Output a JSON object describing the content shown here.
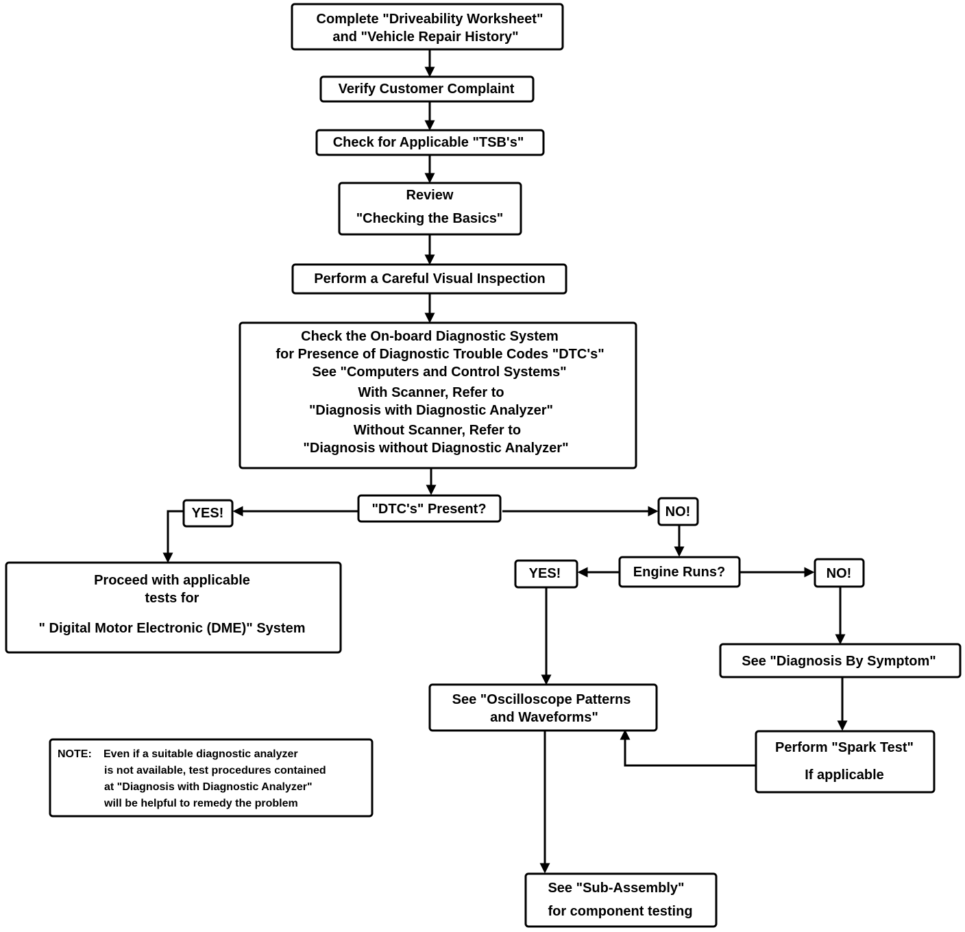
{
  "diagram": {
    "nodes": {
      "worksheet": {
        "lines": [
          "Complete \"Driveability Worksheet\"",
          "and \"Vehicle Repair History\""
        ]
      },
      "verify": {
        "lines": [
          "Verify Customer Complaint"
        ]
      },
      "tsb": {
        "lines": [
          "Check for Applicable \"TSB's\""
        ]
      },
      "review": {
        "lines": [
          "Review",
          "\"Checking the Basics\""
        ]
      },
      "inspect": {
        "lines": [
          "Perform a Careful Visual Inspection"
        ]
      },
      "obd": {
        "lines": [
          "Check the On-board Diagnostic System",
          "for Presence of Diagnostic Trouble Codes \"DTC's\"",
          "See \"Computers and Control Systems\"",
          "With Scanner, Refer to",
          "\"Diagnosis with Diagnostic Analyzer\"",
          "Without Scanner, Refer to",
          "\"Diagnosis without Diagnostic Analyzer\""
        ]
      },
      "dtc_present": {
        "lines": [
          "\"DTC's\" Present?"
        ]
      },
      "yes1": {
        "lines": [
          "YES!"
        ]
      },
      "no1": {
        "lines": [
          "NO!"
        ]
      },
      "dme": {
        "lines": [
          "Proceed with applicable",
          "tests for",
          "\" Digital Motor Electronic (DME)\" System"
        ]
      },
      "engine_runs": {
        "lines": [
          "Engine Runs?"
        ]
      },
      "yes2": {
        "lines": [
          "YES!"
        ]
      },
      "no2": {
        "lines": [
          "NO!"
        ]
      },
      "symptom": {
        "lines": [
          "See \"Diagnosis By Symptom\""
        ]
      },
      "oscilloscope": {
        "lines": [
          "See  \"Oscilloscope Patterns",
          "and Waveforms\""
        ]
      },
      "spark": {
        "lines": [
          "Perform \"Spark Test\"",
          "If applicable"
        ]
      },
      "subassembly": {
        "lines": [
          "See   \"Sub-Assembly\"",
          "for component testing"
        ]
      }
    },
    "note": {
      "label": "NOTE:",
      "lines": [
        "Even if a suitable diagnostic analyzer",
        "is not available, test procedures contained",
        "at \"Diagnosis with Diagnostic Analyzer\"",
        "will be helpful to remedy the problem"
      ]
    }
  }
}
